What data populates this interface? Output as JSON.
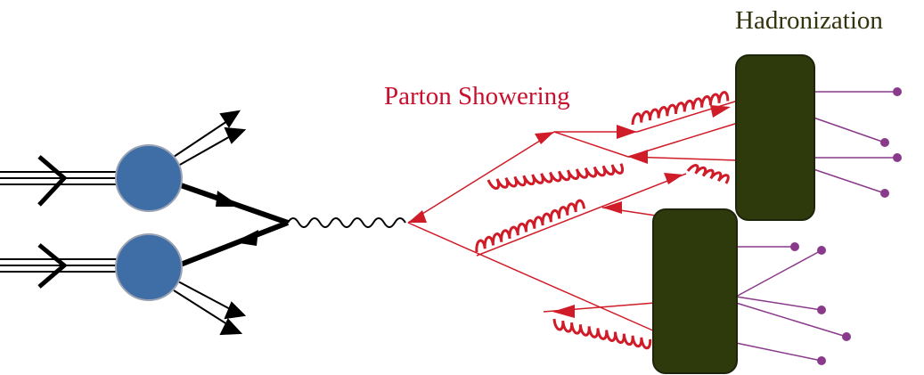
{
  "labels": {
    "hadronization": "Hadronization",
    "parton_showering": "Parton Showering"
  },
  "colors": {
    "hadronization_label": "#33330d",
    "parton_showering_label": "#c8102e",
    "proton_fill": "#3f6ea6",
    "proton_stroke": "#9aa3b3",
    "hadron_box_fill": "#2e3a0c",
    "hadron_box_stroke": "#1d240a",
    "red_lines": "#d01c28",
    "purple_lines": "#8a3a8a",
    "black_lines": "#000000"
  },
  "icons": {
    "proton": "proton-blob",
    "hard_parton": "black-arrow-line",
    "exchange_boson": "wavy-line",
    "shower_quark": "red-arrow-line",
    "shower_gluon": "red-curly-line",
    "hadron_cluster": "dark-green-box",
    "final_hadron": "purple-dot-line"
  }
}
